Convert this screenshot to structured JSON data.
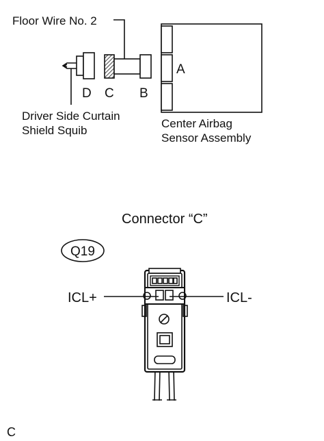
{
  "wiring": {
    "floor_wire_label": "Floor Wire No. 2",
    "connector_d": "D",
    "connector_c": "C",
    "connector_b": "B",
    "connector_a": "A",
    "squib_label_line1": "Driver Side Curtain",
    "squib_label_line2": "Shield Squib",
    "sensor_label_line1": "Center Airbag",
    "sensor_label_line2": "Sensor Assembly"
  },
  "connector_view": {
    "title": "Connector “C”",
    "code": "Q19",
    "pin_left": "ICL+",
    "pin_right": "ICL-"
  },
  "corner_code": "C"
}
